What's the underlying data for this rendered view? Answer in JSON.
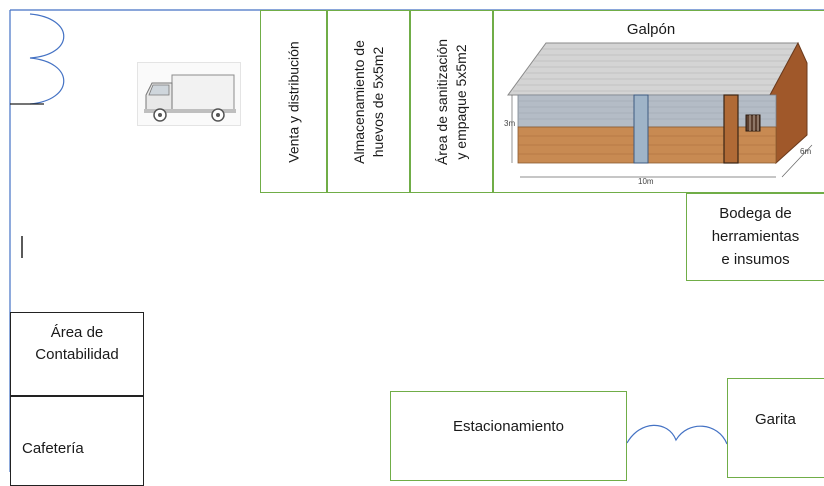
{
  "colors": {
    "outline": "#4472c4",
    "room_border": "#70ad47",
    "dark_border": "#222222"
  },
  "rooms": {
    "venta": [
      "Venta y distribución"
    ],
    "almacenamiento": [
      "Almacenamiento de",
      "huevos de 5x5m2"
    ],
    "sanitizacion": [
      "Área de sanitización",
      "y empaque 5x5m2"
    ],
    "galpon": "Galpón",
    "bodega": [
      "Bodega de",
      "herramientas",
      "e insumos"
    ],
    "contabilidad": [
      "Área de",
      "Contabilidad"
    ],
    "cafeteria": "Cafetería",
    "estacionamiento": "Estacionamiento",
    "garita": "Garita"
  },
  "galpon_drawing": {
    "dim_height": "3m",
    "dim_width": "10m",
    "dim_depth": "6m"
  },
  "icons": {
    "truck": "truck-icon",
    "door": "door-swing-icon",
    "gate": "gate-arc-icon"
  }
}
